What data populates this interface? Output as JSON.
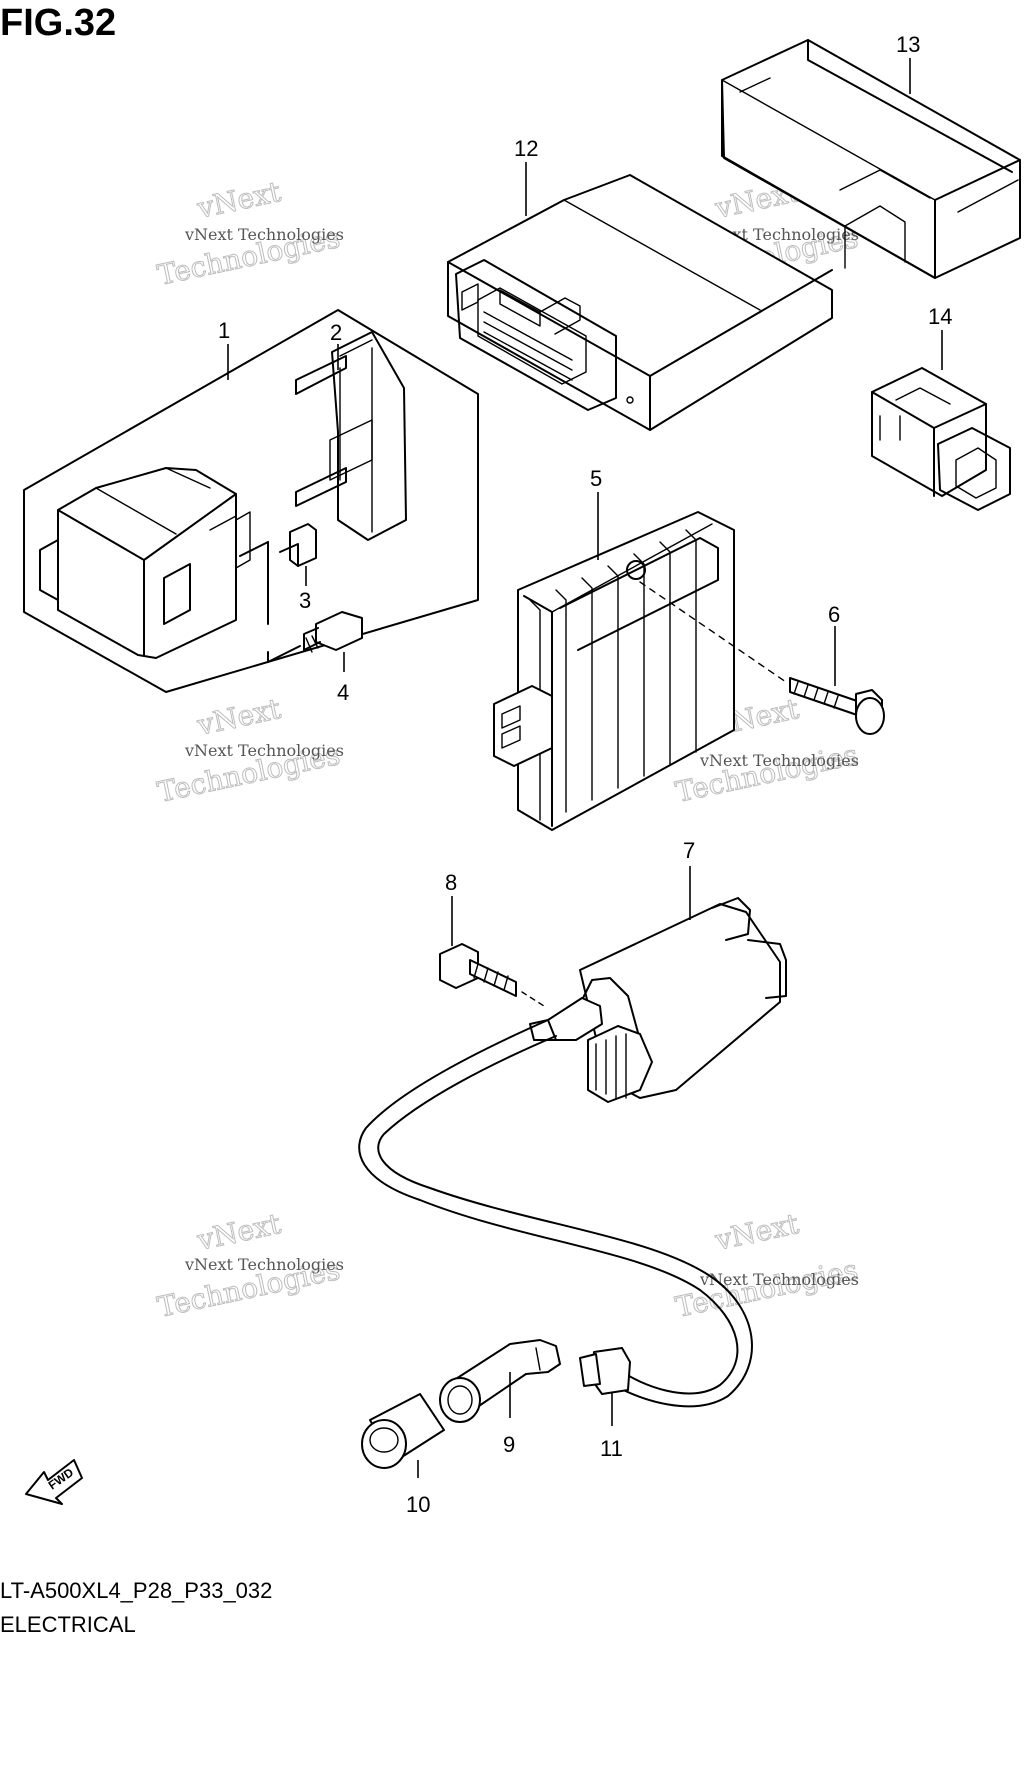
{
  "figure": {
    "title": "FIG.32",
    "code": "LT-A500XL4_P28_P33_032",
    "name": "ELECTRICAL"
  },
  "watermark": {
    "line1": "vNext Technologies",
    "line2": "vNext",
    "line3": "Technologies"
  },
  "fwd_label": "FWD",
  "callouts": [
    "1",
    "2",
    "3",
    "4",
    "5",
    "6",
    "7",
    "8",
    "9",
    "10",
    "11",
    "12",
    "13",
    "14"
  ]
}
